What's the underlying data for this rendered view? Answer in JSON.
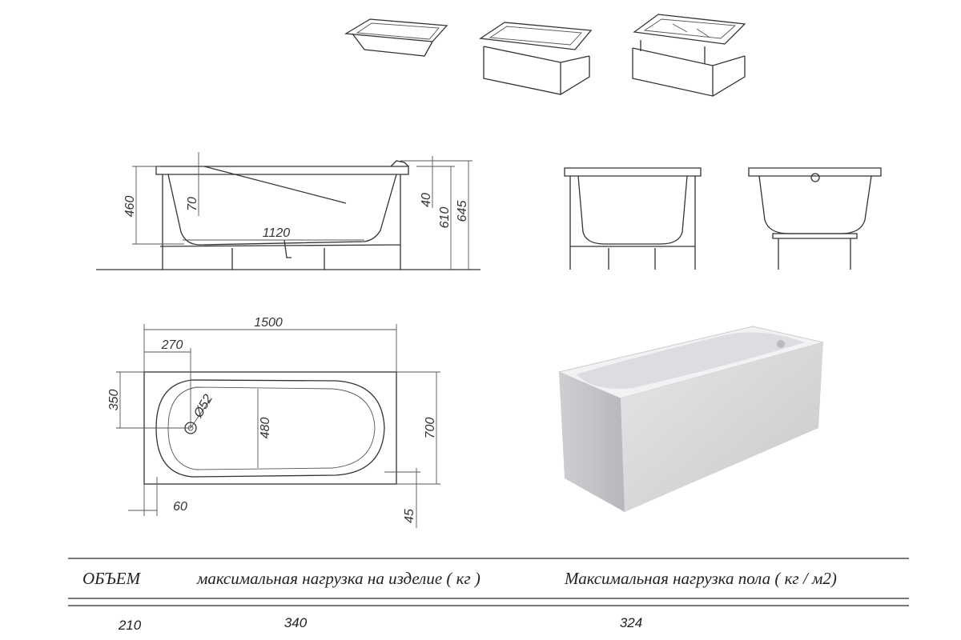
{
  "drawing": {
    "side_view_dims": {
      "height_inner": "460",
      "headrest_drop": "70",
      "bottom_length": "1120",
      "rim": "40",
      "height_rim": "610",
      "height_total": "645"
    },
    "plan_view_dims": {
      "length": "1500",
      "drain_offset": "270",
      "drain_center": "350",
      "drain_diameter": "Ø52",
      "inner_width": "480",
      "width": "700",
      "edge_offset": "60",
      "edge_offset_side": "45"
    }
  },
  "specs": {
    "headers": [
      "ОБЪЕМ",
      "максимальная нагрузка на изделие ( кг )",
      "Максимальная нагрузка пола ( кг / м2)"
    ],
    "values": [
      "210",
      "340",
      "324"
    ]
  }
}
